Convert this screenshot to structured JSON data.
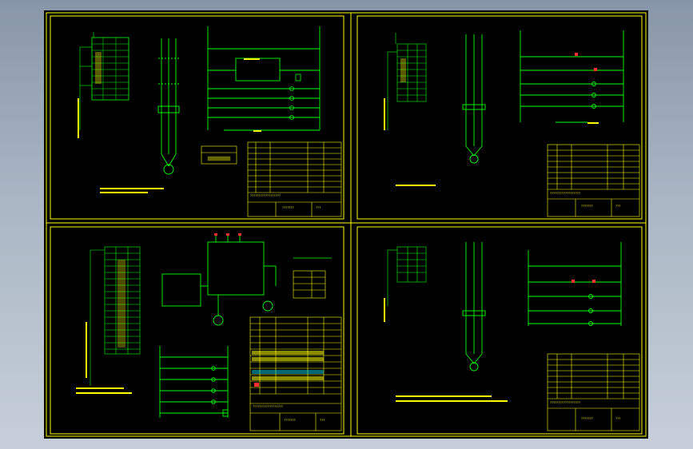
{
  "app": {
    "view": "model-space",
    "background": "#000000",
    "colors": {
      "frame": "#ffff00",
      "wire": "#00ff00",
      "table_fill": "#ffff00",
      "highlight": "#ff3030",
      "accent": "#00e5ff",
      "ui_bg": "#9aa8b8"
    }
  },
  "sheets": [
    {
      "id": "sheet-1",
      "captions": {
        "tb_row1": "??????????????????",
        "tb_row2": "???????",
        "tb_name": "???????",
        "tb_no": "???"
      }
    },
    {
      "id": "sheet-2",
      "captions": {
        "tb_row1": "??????????????????",
        "tb_row2": "???????",
        "tb_name": "???????",
        "tb_no": "???"
      }
    },
    {
      "id": "sheet-3",
      "captions": {
        "tb_row1": "??????????????????",
        "tb_row2": "???????",
        "tb_name": "???????",
        "tb_no": "???"
      }
    },
    {
      "id": "sheet-4",
      "captions": {
        "tb_row1": "??????????????????",
        "tb_row2": "???????",
        "tb_name": "???????",
        "tb_no": "???"
      }
    }
  ]
}
